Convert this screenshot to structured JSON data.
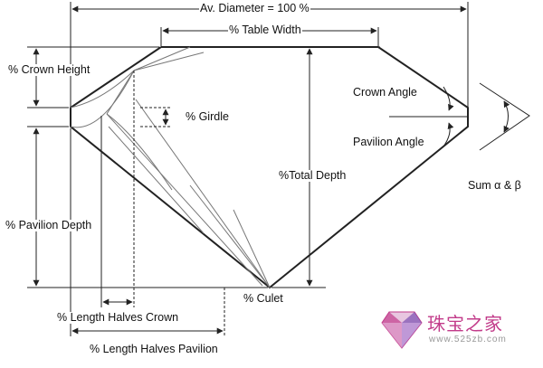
{
  "diagram": {
    "labels": {
      "av_diameter": "Av. Diameter = 100 %",
      "table_width": "% Table Width",
      "crown_height": "% Crown Height",
      "girdle": "% Girdle",
      "crown_angle": "Crown Angle",
      "pavilion_angle": "Pavilion Angle",
      "total_depth": "%Total Depth",
      "sum_angles": "Sum α & β",
      "pavilion_depth": "% Pavilion Depth",
      "culet": "% Culet",
      "length_halves_crown": "% Length Halves Crown",
      "length_halves_pavilion": "% Length Halves Pavilion"
    }
  },
  "watermark": {
    "title": "珠宝之家",
    "url": "www.525zb.com",
    "colors": {
      "pink": "#c23b8a",
      "purple": "#7a4fb0",
      "gray": "#999999"
    }
  }
}
